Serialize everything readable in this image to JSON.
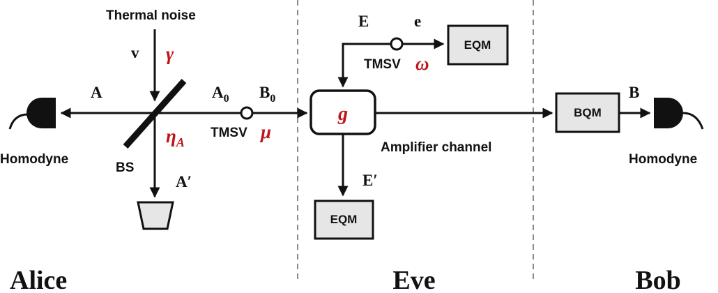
{
  "labels": {
    "thermal_noise": "Thermal noise",
    "v": "v",
    "gamma": "γ",
    "A": "A",
    "A0": "A",
    "A0_sub": "0",
    "B0": "B",
    "B0_sub": "0",
    "tmsv_mu_text": "TMSV",
    "mu": "μ",
    "eta": "η",
    "eta_sub": "A",
    "BS": "BS",
    "A_prime": "A′",
    "homodyne_left": "Homodyne",
    "E": "E",
    "e": "e",
    "tmsv_omega_text": "TMSV",
    "omega": "ω",
    "eqm_top": "EQM",
    "g": "g",
    "amplifier_channel": "Amplifier channel",
    "E_prime": "E′",
    "eqm_bottom": "EQM",
    "bqm": "BQM",
    "B": "B",
    "homodyne_right": "Homodyne"
  },
  "sections": {
    "alice": "Alice",
    "eve": "Eve",
    "bob": "Bob"
  },
  "colors": {
    "accent_red": "#c0141a",
    "box_fill": "#e6e6e6",
    "line": "#111111",
    "divider": "#8a8a8a"
  }
}
